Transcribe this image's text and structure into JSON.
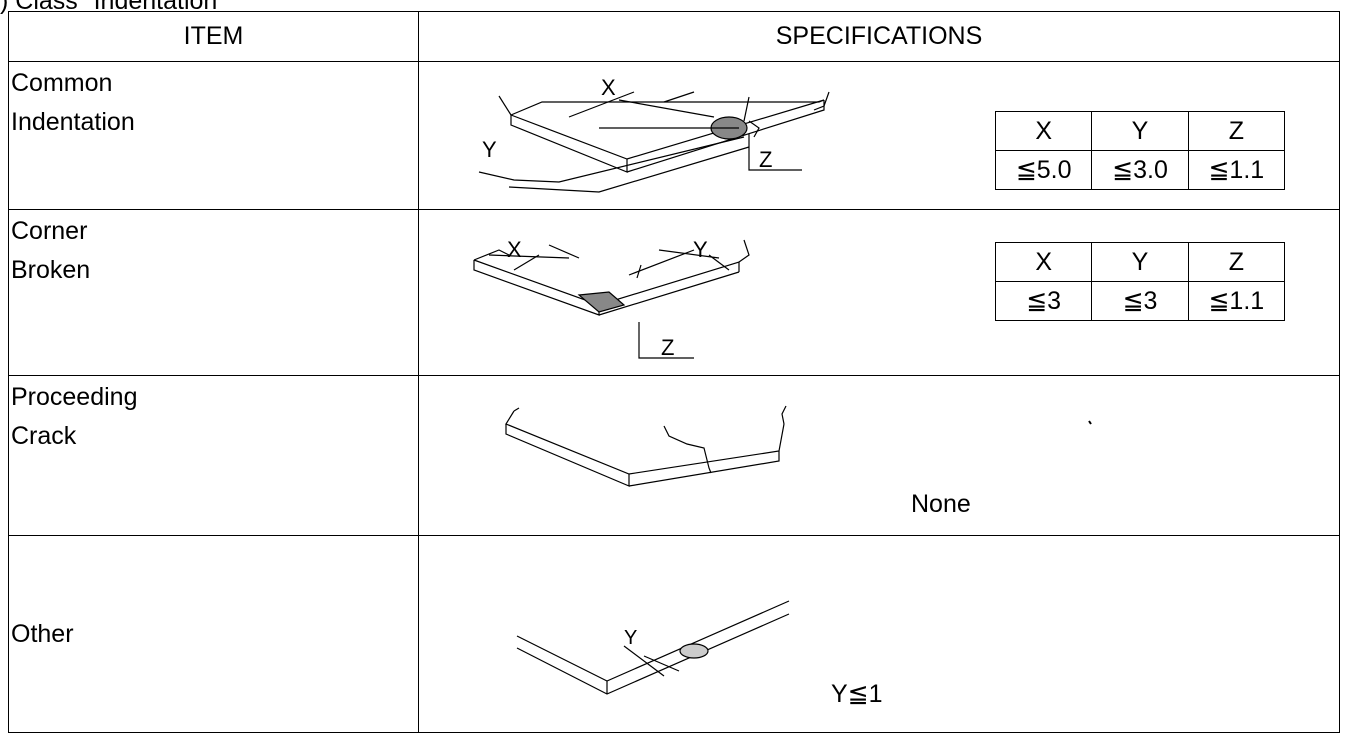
{
  "caption": ") Class \"Indentation\"",
  "headers": {
    "item": "ITEM",
    "specifications": "SPECIFICATIONS"
  },
  "rows": [
    {
      "item_line1": "Common",
      "item_line2": "Indentation",
      "limits": {
        "cols": [
          "X",
          "Y",
          "Z"
        ],
        "values": [
          "≦5.0",
          "≦3.0",
          "≦1.1"
        ]
      },
      "diagram_labels": {
        "x": "X",
        "y": "Y",
        "z": "Z"
      }
    },
    {
      "item_line1": "Corner",
      "item_line2": "Broken",
      "limits": {
        "cols": [
          "X",
          "Y",
          "Z"
        ],
        "values": [
          "≦3",
          "≦3",
          "≦1.1"
        ]
      },
      "diagram_labels": {
        "x": "X",
        "y": "Y",
        "z": "Z"
      }
    },
    {
      "item_line1": "Proceeding",
      "item_line2": "Crack",
      "note": "None"
    },
    {
      "item_line1": "Other",
      "diagram_labels": {
        "y": "Y"
      },
      "note": "Y≦1"
    }
  ]
}
